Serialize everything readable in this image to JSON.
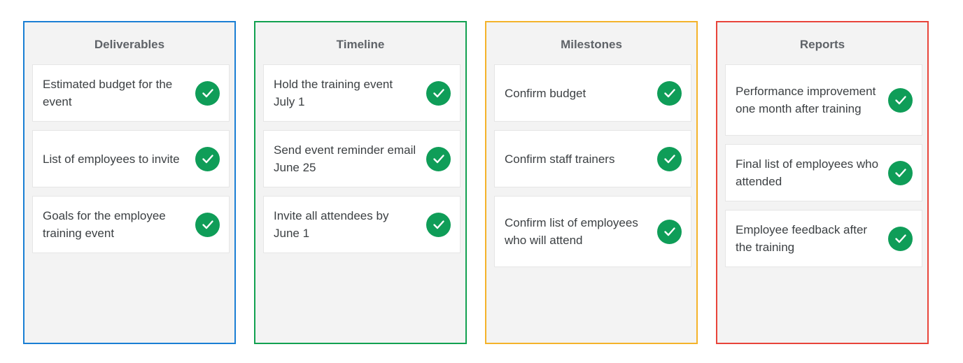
{
  "colors": {
    "deliverables": "#1a7fd4",
    "timeline": "#12a150",
    "milestones": "#f4b32a",
    "reports": "#e8443a",
    "check": "#0f9d58",
    "column_bg": "#f3f3f3"
  },
  "columns": [
    {
      "title": "Deliverables",
      "cards": [
        {
          "text": "Estimated budget for the event",
          "icon": "checkmark-circle-icon"
        },
        {
          "text": "List of employees to invite",
          "icon": "checkmark-circle-icon"
        },
        {
          "text": "Goals for the employee training event",
          "icon": "checkmark-circle-icon"
        }
      ]
    },
    {
      "title": "Timeline",
      "cards": [
        {
          "text": "Hold the training event July 1",
          "icon": "checkmark-circle-icon"
        },
        {
          "text": "Send event reminder email June 25",
          "icon": "checkmark-circle-icon"
        },
        {
          "text": "Invite all attendees by June 1",
          "icon": "checkmark-circle-icon"
        }
      ]
    },
    {
      "title": "Milestones",
      "cards": [
        {
          "text": "Confirm budget",
          "icon": "checkmark-circle-icon"
        },
        {
          "text": "Confirm staff trainers",
          "icon": "checkmark-circle-icon"
        },
        {
          "text": "Confirm list of employees who will attend",
          "icon": "checkmark-circle-icon"
        }
      ]
    },
    {
      "title": "Reports",
      "cards": [
        {
          "text": "Performance improvement one month after training",
          "icon": "checkmark-circle-icon"
        },
        {
          "text": "Final list of employees who attended",
          "icon": "checkmark-circle-icon"
        },
        {
          "text": "Employee feedback after the training",
          "icon": "checkmark-circle-icon"
        }
      ]
    }
  ]
}
